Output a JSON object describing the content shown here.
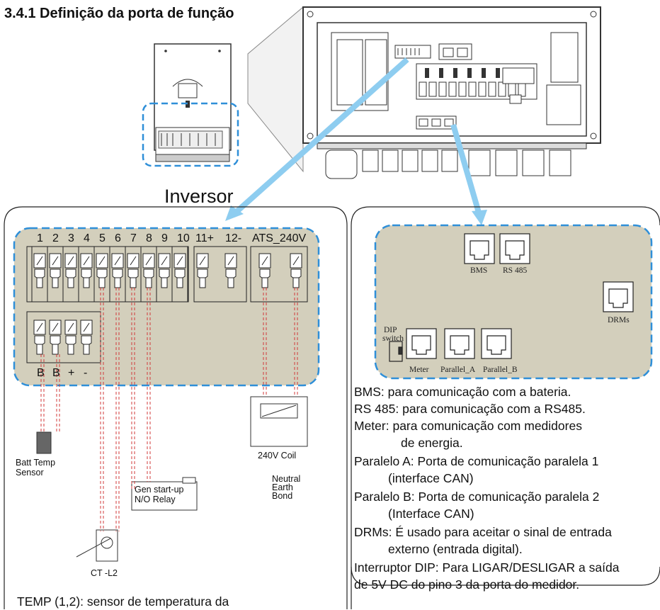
{
  "title": "3.4.1 Definição da porta de função",
  "inversor_label": "Inversor",
  "terminals": {
    "top_numbers": [
      "1",
      "2",
      "3",
      "4",
      "5",
      "6",
      "7",
      "8",
      "9",
      "10",
      "11+",
      "12-",
      "ATS_240V"
    ],
    "bottom_labels": [
      "B",
      "B",
      "+",
      "-"
    ]
  },
  "left_labels": {
    "batt_temp": [
      "Batt Temp",
      "Sensor"
    ],
    "gen_relay": [
      "Gen start-up",
      "N/O Relay"
    ],
    "coil": "240V Coil",
    "neutral": [
      "Neutral",
      "Earth",
      "Bond"
    ],
    "ct": "CT -L2"
  },
  "left_bottom_text": "TEMP (1,2): sensor de temperatura da",
  "ports": {
    "bms": "BMS",
    "rs485": "RS 485",
    "drms": "DRMs",
    "dip": [
      "DIP",
      "switch"
    ],
    "meter": "Meter",
    "parallel_a": "Parallel_A",
    "parallel_b": "Parallel_B"
  },
  "descriptions": [
    "BMS: para comunicação com a bateria.",
    "RS 485: para comunicação com a RS485.",
    "Meter: para comunicação com medidores",
    "de energia.",
    "Paralelo A: Porta de comunicação paralela 1",
    "(interface CAN)",
    "Paralelo B: Porta de comunicação paralela 2",
    "(Interface CAN)",
    "DRMs: É usado para aceitar o sinal de entrada",
    "externo (entrada digital).",
    "Interruptor DIP: Para LIGAR/DESLIGAR a saída",
    "de 5V DC do pino 3 da porta do medidor."
  ],
  "colors": {
    "panel_fill": "#d3cfbc",
    "dash_blue": "#2f8fd8",
    "arrow_blue": "#8ecdf0",
    "wire_red": "#d23a3a"
  }
}
